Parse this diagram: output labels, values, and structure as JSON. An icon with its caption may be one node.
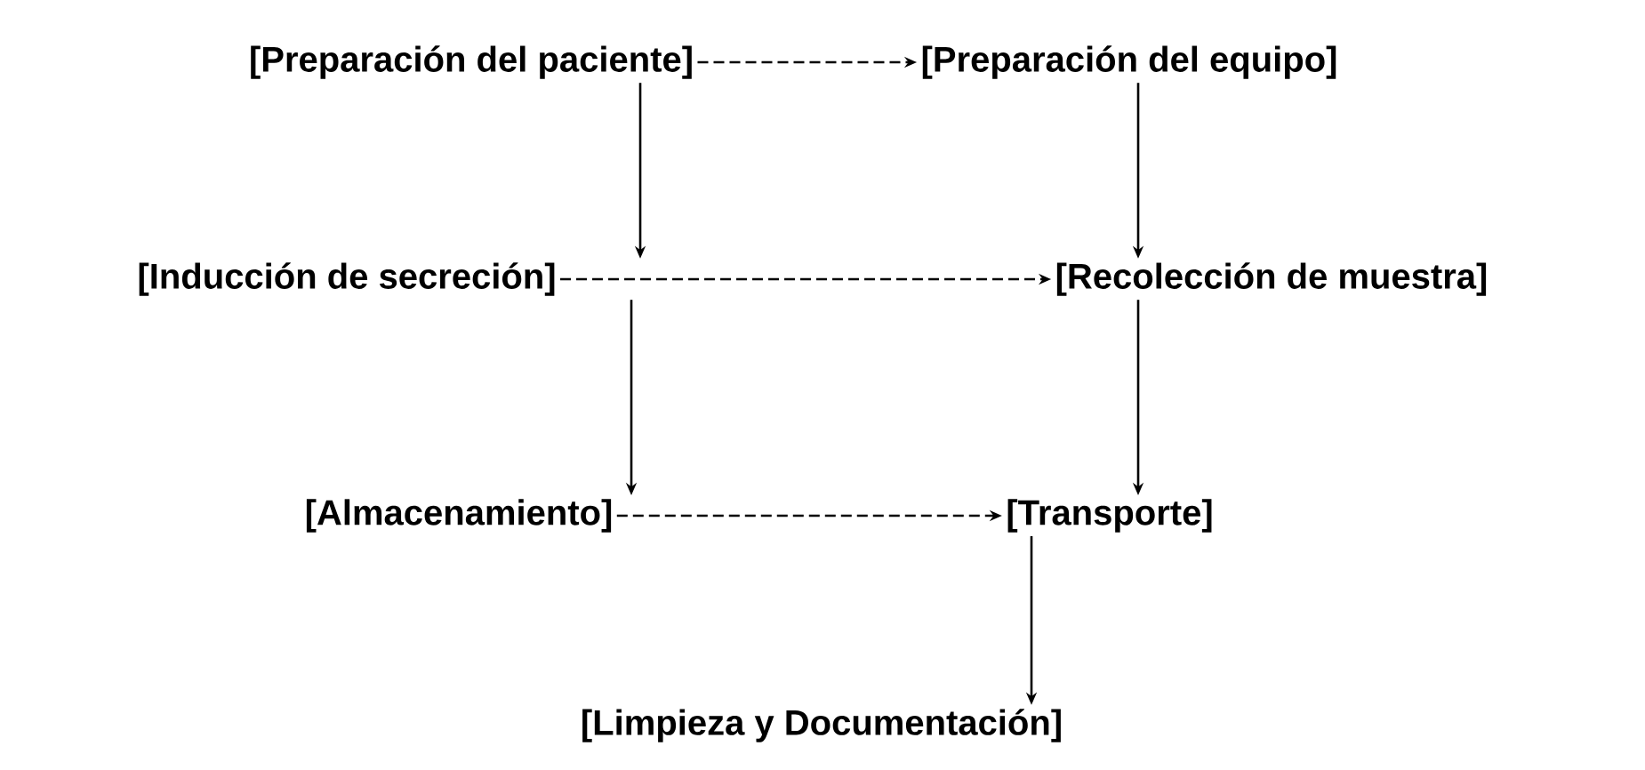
{
  "diagram": {
    "nodes": [
      {
        "text": [
          "[Preparación del paciente]"
        ]
      },
      {
        "text": [
          "[Preparación del equipo]"
        ]
      },
      {
        "text": [
          "[Inducción de secreción]"
        ]
      },
      {
        "text": [
          "[Recolección de muestra]"
        ]
      },
      {
        "text": [
          "[Almacenamiento]"
        ]
      },
      {
        "text": [
          "[Transporte]"
        ]
      },
      {
        "text": [
          "[Limpieza y Documentación]"
        ]
      }
    ],
    "edges": [
      {
        "from": 0,
        "to": 1,
        "arrow": "to",
        "style": "dashed"
      },
      {
        "from": 0,
        "to": 2,
        "arrow": "to"
      },
      {
        "from": 1,
        "to": 3,
        "arrow": "to"
      },
      {
        "from": 2,
        "to": 3,
        "arrow": "to",
        "style": "dashed"
      },
      {
        "from": 2,
        "to": 4,
        "arrow": "to"
      },
      {
        "from": 3,
        "to": 5,
        "arrow": "to"
      },
      {
        "from": 4,
        "to": 5,
        "arrow": "to",
        "style": "dashed"
      },
      {
        "from": 5,
        "to": 6,
        "arrow": "to"
      }
    ]
  }
}
